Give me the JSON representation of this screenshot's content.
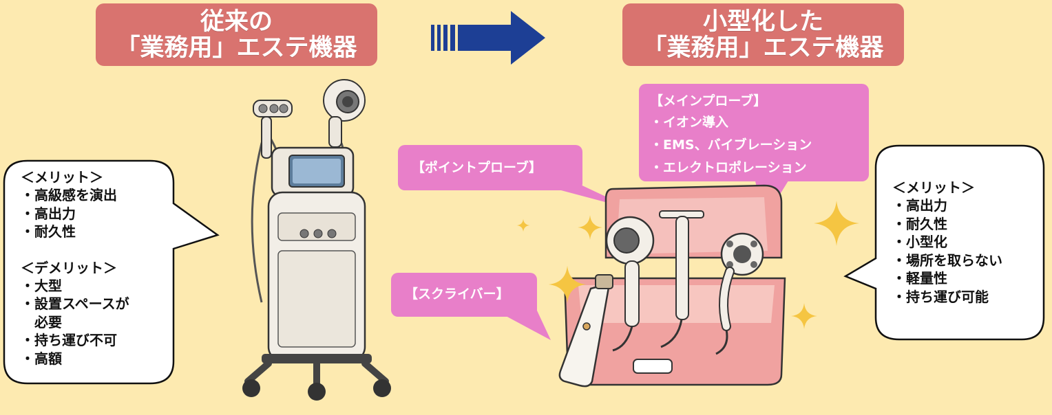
{
  "left_title": {
    "line1": "従来の",
    "line2": "「業務用」エステ機器"
  },
  "right_title": {
    "line1": "小型化した",
    "line2": "「業務用」エステ機器"
  },
  "left_bubble": {
    "merit_header": "＜メリット＞",
    "merits": [
      "・高級感を演出",
      "・高出力",
      "・耐久性"
    ],
    "demerit_header": "＜デメリット＞",
    "demerits": [
      "・大型",
      "・設置スペースが\n　必要",
      "・持ち運び不可",
      "・高額"
    ]
  },
  "right_bubble": {
    "merit_header": "＜メリット＞",
    "merits": [
      "・高出力",
      "・耐久性",
      "・小型化",
      "・場所を取らない",
      "・軽量性",
      "・持ち運び可能"
    ]
  },
  "main_probe": {
    "title": "【メインプローブ】",
    "items": [
      "・イオン導入",
      "・EMS、バイブレーション",
      "・エレクトロポレーション"
    ]
  },
  "point_probe_label": "【ポイントプローブ】",
  "scriber_label": "【スクライバー】",
  "colors": {
    "background": "#fdeab0",
    "title_box": "#d9736f",
    "pink_label": "#e87fc9",
    "arrow": "#1d3f95",
    "case": "#f0a2a0"
  }
}
